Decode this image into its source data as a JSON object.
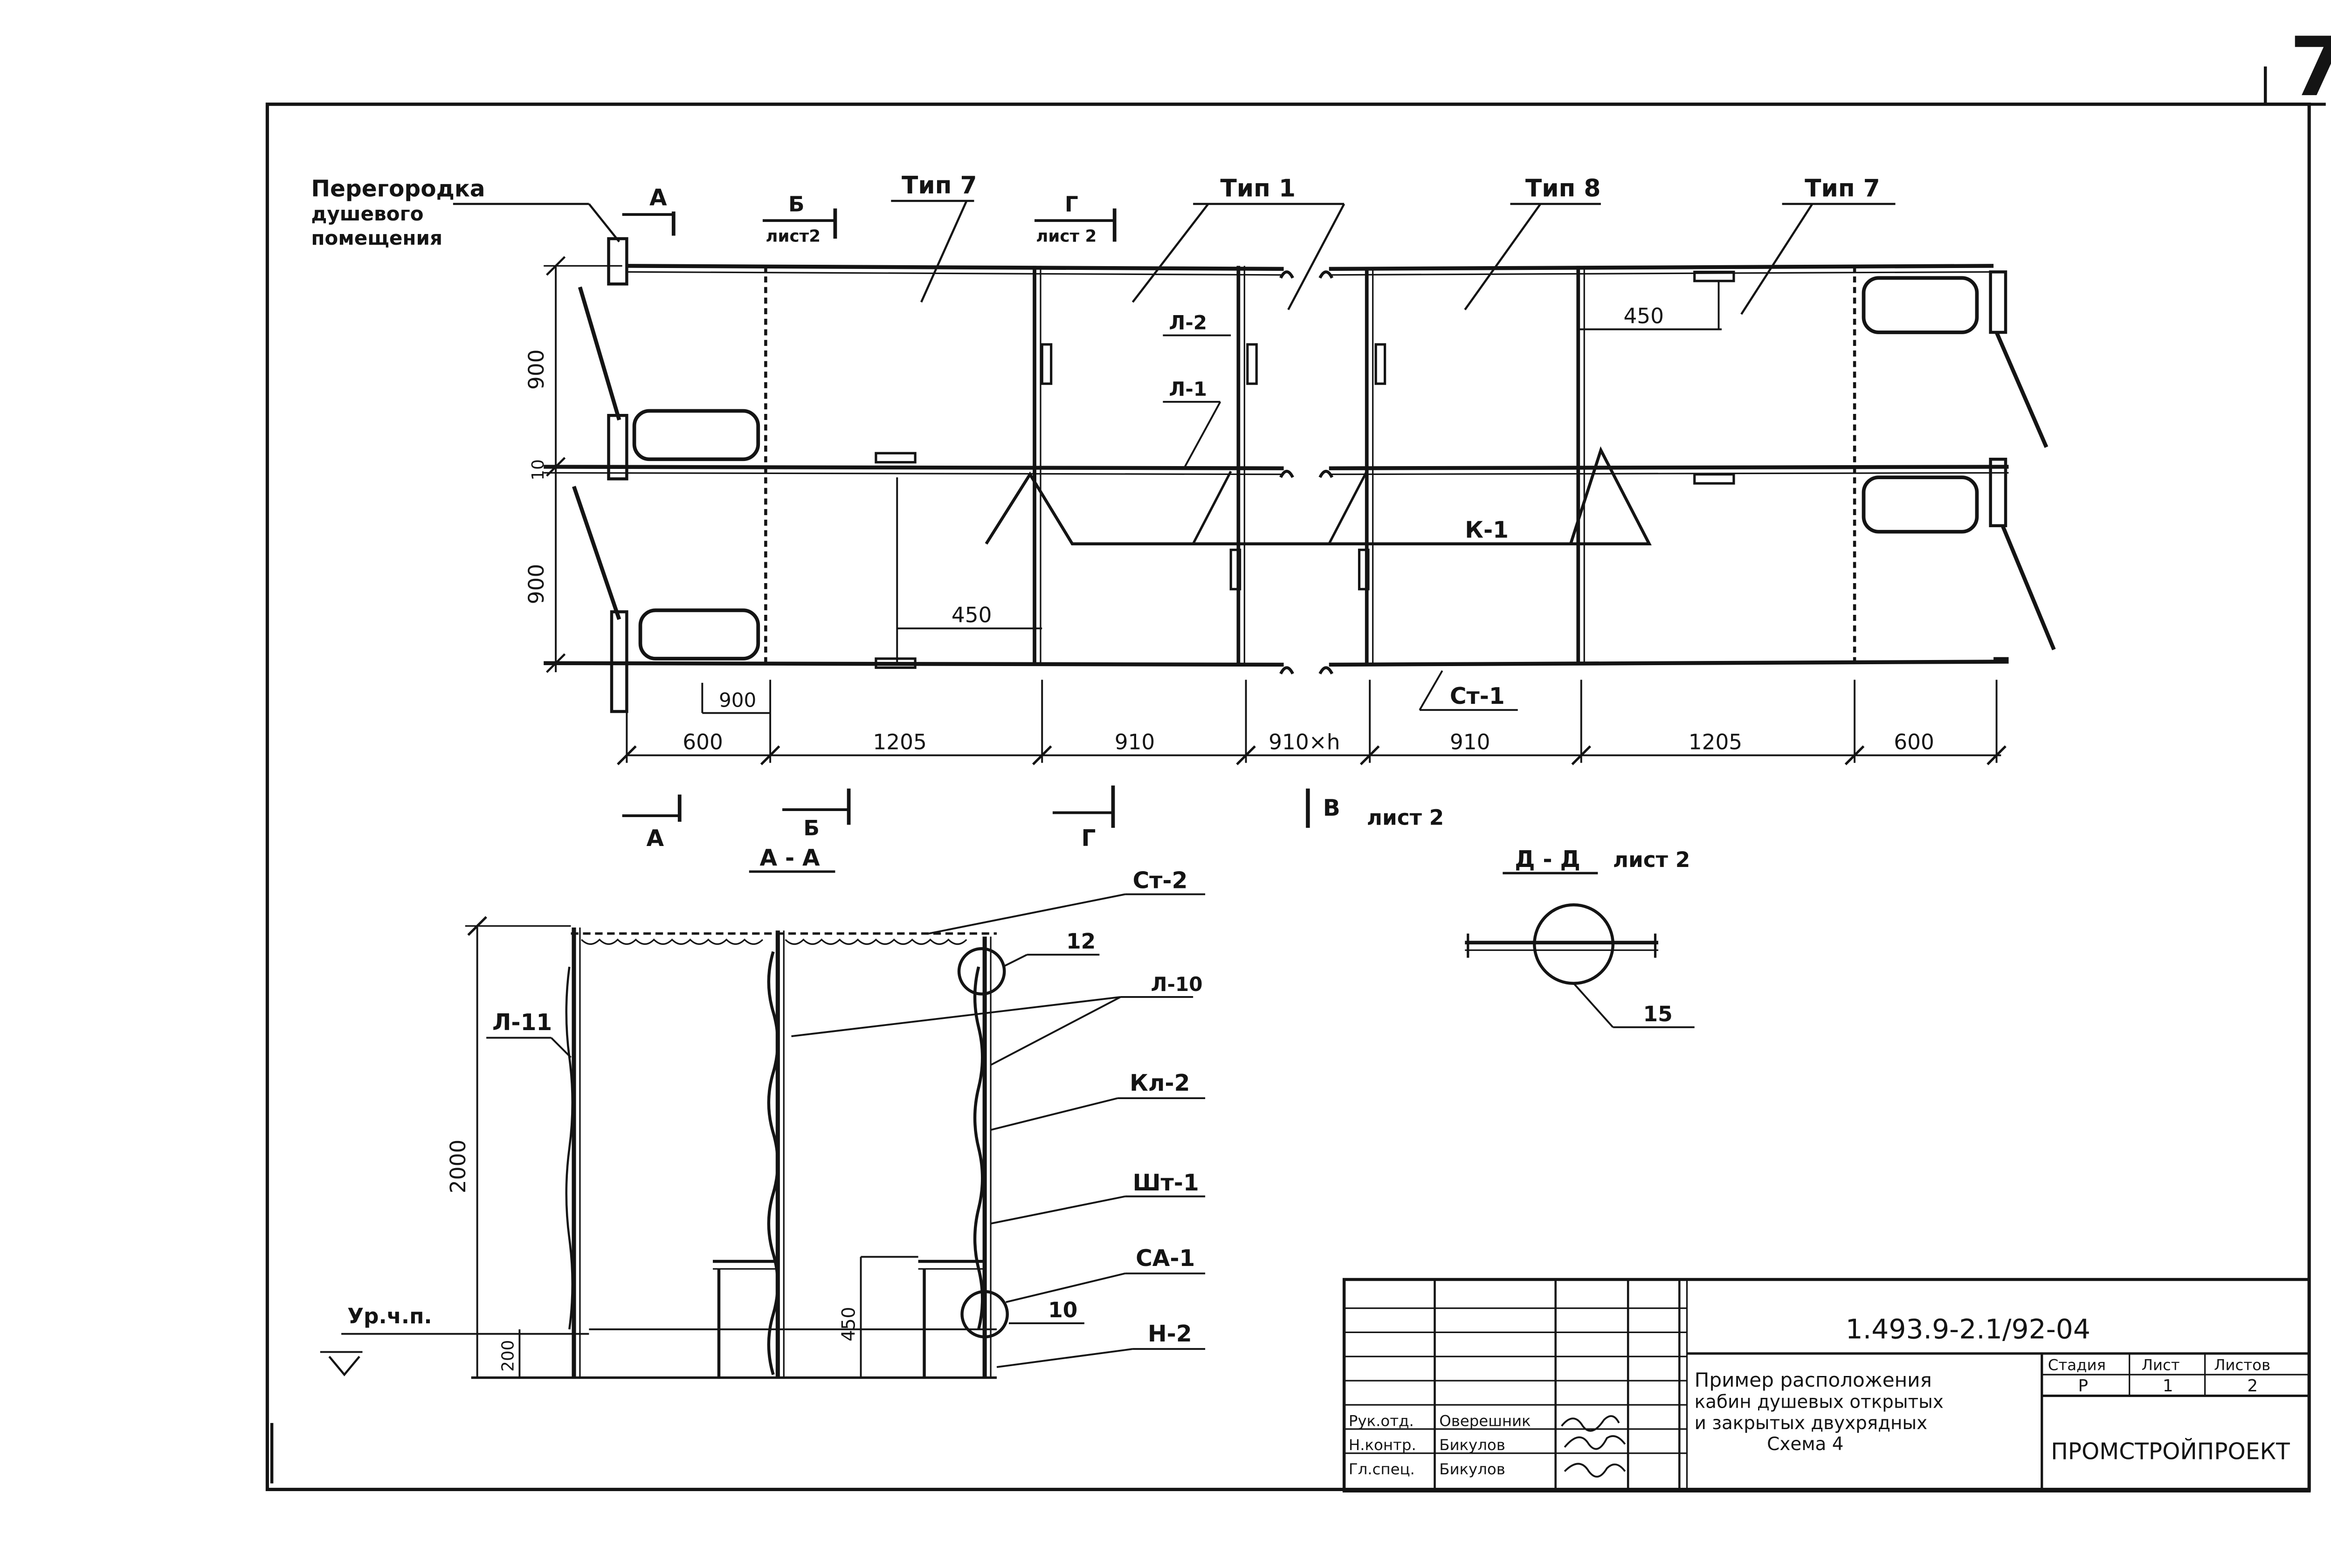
{
  "sheet": {
    "number": "7"
  },
  "plan": {
    "partition_note": [
      "Перегородка",
      "душевого",
      "помещения"
    ],
    "types": [
      "Тип 7",
      "Тип 1",
      "Тип 8",
      "Тип 7"
    ],
    "markers": {
      "l2": "Л-2",
      "l1": "Л-1",
      "k1": "К-1",
      "st1": "Ст-1"
    },
    "dims_vertical": [
      "900",
      "10",
      "900"
    ],
    "dim_450_top": "450",
    "dim_450_bottom": "450",
    "dim_900_small": "900",
    "dims_bottom": [
      "600",
      "1205",
      "910",
      "910×h",
      "910",
      "1205",
      "600"
    ]
  },
  "section_marks": {
    "a": "А",
    "b": "Б",
    "g": "Г",
    "v": "В",
    "list2": "лист 2",
    "list2_short": "лист2"
  },
  "section_aa": {
    "title": "А - А",
    "height": "2000",
    "h200": "200",
    "h450": "450",
    "level": "Ур.ч.п.",
    "labels": {
      "st2": "Ст-2",
      "n12": "12",
      "l10": "Л-10",
      "kl2": "Кл-2",
      "sht1": "Шт-1",
      "sa1": "СА-1",
      "n10": "10",
      "n2": "Н-2",
      "l11": "Л-11"
    }
  },
  "section_dd": {
    "title": "Д - Д",
    "list": "лист 2",
    "callout": "15"
  },
  "title_block": {
    "doc_code": "1.493.9-2.1/92-04",
    "title_lines": [
      "Пример расположения",
      "кабин душевых открытых",
      "и закрытых двухрядных",
      "Схема 4"
    ],
    "stage_header": [
      "Стадия",
      "Лист",
      "Листов"
    ],
    "stage_values": [
      "Р",
      "1",
      "2"
    ],
    "org": "ПРОМСТРОЙПРОЕКТ",
    "roles": [
      {
        "role": "Рук.отд.",
        "name": "Оверешник"
      },
      {
        "role": "Н.контр.",
        "name": "Бикулов"
      },
      {
        "role": "Гл.спец.",
        "name": "Бикулов"
      }
    ]
  }
}
